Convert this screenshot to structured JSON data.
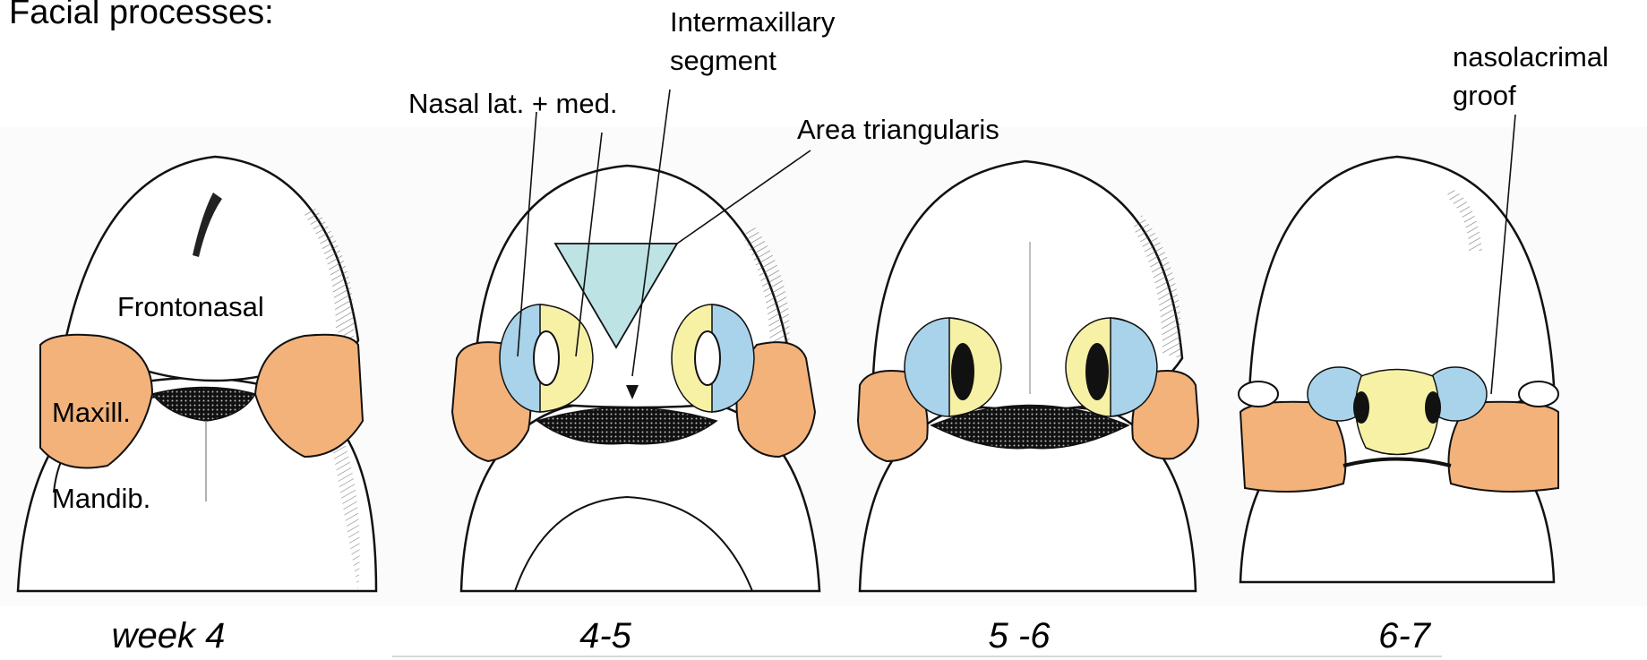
{
  "heading": "Facial processes:",
  "labels": {
    "frontonasal": "Frontonasal",
    "maxill": "Maxill.",
    "mandib": "Mandib.",
    "nasal": "Nasal lat. + med.",
    "intermaxillary_1": "Intermaxillary",
    "intermaxillary_2": "segment",
    "area_triangularis": "Area triangularis",
    "nasolacrimal_1": "nasolacrimal",
    "nasolacrimal_2": "groof"
  },
  "stages": [
    "week  4",
    "4-5",
    "5 -6",
    "6-7"
  ],
  "colors": {
    "maxillary_process": "#f2b27a",
    "lateral_nasal": "#a9d3ea",
    "medial_nasal": "#f7f1a6",
    "area_triangularis": "#bde3e4",
    "outline": "#111111"
  }
}
